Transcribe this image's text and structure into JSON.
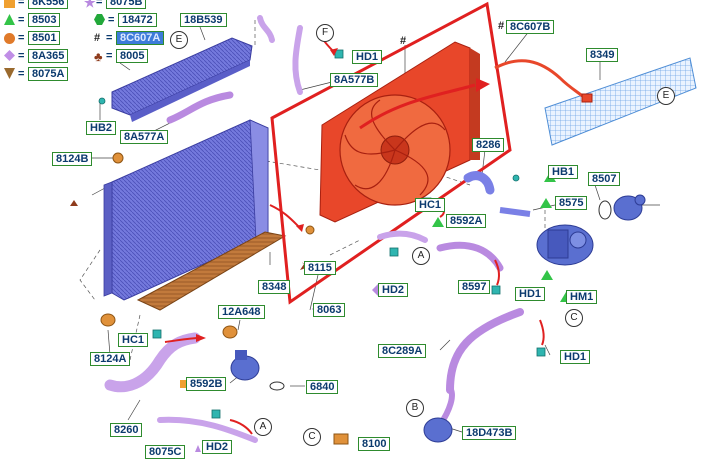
{
  "legend": [
    {
      "symbol": "square-orange",
      "code": "8K556"
    },
    {
      "symbol": "star-purple",
      "code": "8075B"
    },
    {
      "symbol": "triangle-green",
      "code": "8503"
    },
    {
      "symbol": "hexagon-green",
      "code": "18472"
    },
    {
      "symbol": "circle-orange",
      "code": "8501"
    },
    {
      "symbol": "hash",
      "code": "8C607A"
    },
    {
      "symbol": "diamond-purple",
      "code": "8A365"
    },
    {
      "symbol": "club-brown",
      "code": "8005"
    },
    {
      "symbol": "triangle-down-brown",
      "code": "8075A"
    }
  ],
  "parts": {
    "p18B539": "18B539",
    "pE_top": "E",
    "pF": "F",
    "pHD1_top": "HD1",
    "p8A577B": "8A577B",
    "pHash": "#",
    "p8C607B": "8C607B",
    "p8349": "8349",
    "pE_right": "E",
    "pHB2": "HB2",
    "p8A577A": "8A577A",
    "p8124B": "8124B",
    "p8286": "8286",
    "pHB1": "HB1",
    "p8507": "8507",
    "pHC_mid": "HC1",
    "p8592A": "8592A",
    "p8575": "8575",
    "pA_mid": "A",
    "pHD2_mid": "HD2",
    "p8597": "8597",
    "pHD1_mid": "HD1",
    "pHM1": "HM1",
    "p8115": "8115",
    "p8348": "8348",
    "p8063": "8063",
    "p12A648": "12A648",
    "pHC1_left": "HC1",
    "p8124A": "8124A",
    "pC_right": "C",
    "p8C289A": "8C289A",
    "pHD1_low": "HD1",
    "p8592B": "8592B",
    "p6840": "6840",
    "pB": "B",
    "p18D473B": "18D473B",
    "p8260": "8260",
    "pHD2_low": "HD2",
    "pA_low": "A",
    "pC_low": "C",
    "p8100": "8100",
    "p8075C": "8075C"
  },
  "colors": {
    "label_border": "#2e8b2e",
    "label_text": "#0b3a6e",
    "highlight_label": "#3d7bd9",
    "fan_orange": "#e8472a",
    "radiator_blue": "#6b6fd6",
    "hose_purple": "#b98ae0",
    "condenser_brown": "#c8783a",
    "callout_red": "#e02020",
    "clip_teal": "#2fb5b0"
  }
}
